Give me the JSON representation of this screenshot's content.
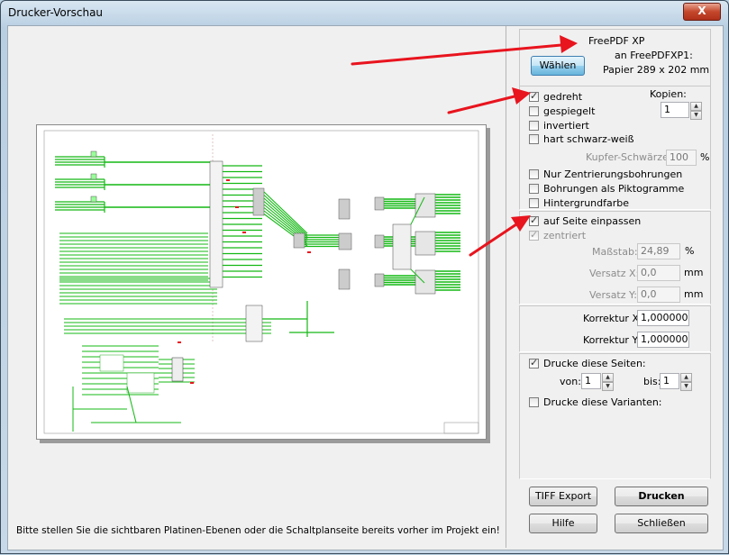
{
  "window": {
    "title": "Drucker-Vorschau",
    "close_glyph": "X"
  },
  "preview": {
    "hint": "Bitte stellen Sie die sichtbaren Platinen-Ebenen oder die Schaltplanseite bereits vorher im Projekt ein!"
  },
  "printer": {
    "name": "FreePDF XP",
    "port": "an FreePDFXP1:",
    "paper": "Papier 289 x 202 mm",
    "choose_label": "Wählen"
  },
  "options": {
    "rotated": {
      "label": "gedreht",
      "checked": true
    },
    "mirrored": {
      "label": "gespiegelt",
      "checked": false
    },
    "inverted": {
      "label": "invertiert",
      "checked": false
    },
    "hard_bw": {
      "label": "hart schwarz-weiß",
      "checked": false
    },
    "copies_label": "Kopien:",
    "copies_value": "1",
    "copper_black_label": "Kupfer-Schwärze:",
    "copper_black_value": "100",
    "copper_black_unit": "%",
    "only_centering": {
      "label": "Nur Zentrierungsbohrungen",
      "checked": false
    },
    "drill_pictograms": {
      "label": "Bohrungen als Piktogramme",
      "checked": false
    },
    "background_color": {
      "label": "Hintergrundfarbe",
      "checked": false
    }
  },
  "scaling": {
    "fit_page": {
      "label": "auf Seite einpassen",
      "checked": true
    },
    "centered": {
      "label": "zentriert",
      "checked": true
    },
    "scale_label": "Maßstab:",
    "scale_value": "24,89",
    "scale_unit": "%",
    "offset_x_label": "Versatz X:",
    "offset_x_value": "0,0",
    "offset_x_unit": "mm",
    "offset_y_label": "Versatz Y:",
    "offset_y_value": "0,0",
    "offset_y_unit": "mm"
  },
  "correction": {
    "x_label": "Korrektur X:",
    "x_value": "1,000000",
    "y_label": "Korrektur Y:",
    "y_value": "1,000000"
  },
  "pages": {
    "print_pages": {
      "label": "Drucke diese Seiten:",
      "checked": true
    },
    "from_label": "von:",
    "from_value": "1",
    "to_label": "bis:",
    "to_value": "1",
    "print_variants": {
      "label": "Drucke diese Varianten:",
      "checked": false
    }
  },
  "buttons": {
    "tiff_export": "TIFF Export",
    "print": "Drucken",
    "help": "Hilfe",
    "close": "Schließen"
  },
  "colors": {
    "schematic_trace": "#14b814",
    "annotation_arrow": "#e8141e",
    "focus_button": "#98d1ef"
  }
}
